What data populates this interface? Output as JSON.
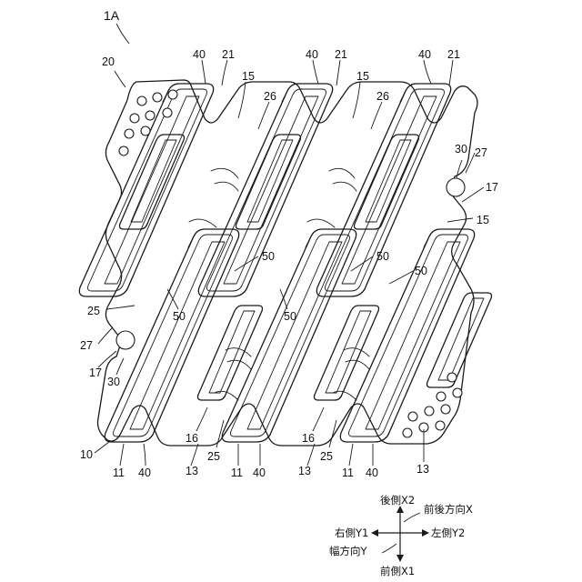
{
  "figure": {
    "title_ref": "1A",
    "labels": {
      "n20": "20",
      "n40": "40",
      "n21": "21",
      "n15": "15",
      "n26": "26",
      "n30": "30",
      "n27": "27",
      "n17": "17",
      "n50": "50",
      "n25": "25",
      "n16": "16",
      "n13": "13",
      "n11": "11",
      "n10": "10"
    }
  },
  "axes": {
    "rear": "後側X2",
    "front": "前側X1",
    "fb_dir": "前後方向X",
    "right": "右側Y1",
    "left": "左側Y2",
    "width_dir": "幅方向Y"
  },
  "colors": {
    "line": "#1a1a1a",
    "paper": "#ffffff"
  }
}
